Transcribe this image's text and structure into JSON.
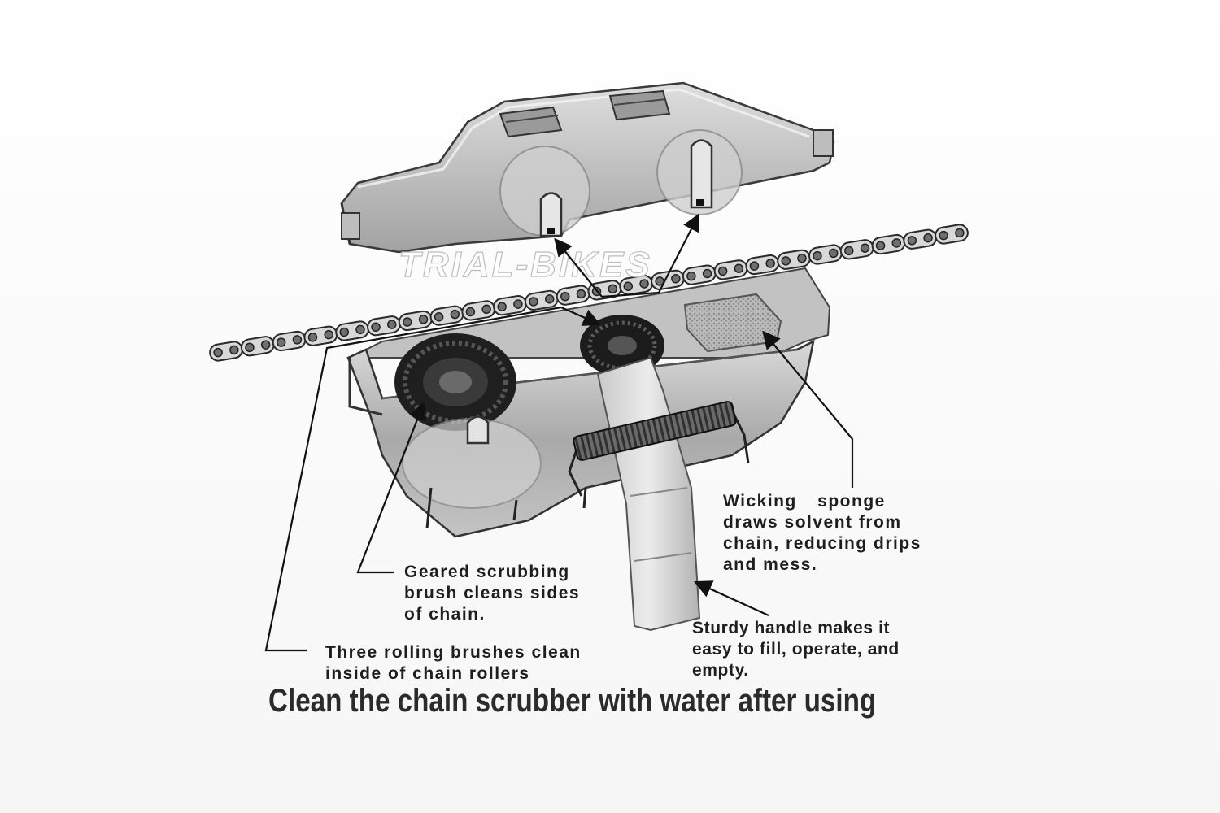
{
  "diagram": {
    "watermark": "TRIAL-BIKES",
    "callouts": {
      "sponge": [
        "Wicking  sponge",
        "draws solvent from",
        "chain, reducing drips",
        "and mess."
      ],
      "geared_brush": [
        "Geared scrubbing",
        "brush cleans sides",
        "of chain."
      ],
      "rolling_brushes": [
        "Three rolling brushes clean",
        "inside of chain rollers"
      ],
      "handle": [
        "Sturdy handle makes it",
        "easy to fill, operate, and",
        "empty."
      ]
    },
    "footer_note": "Clean the chain scrubber with water after using",
    "colors": {
      "text": "#1e1e1e",
      "casing": "#8f8f8f",
      "casing_dark": "#4a4a4a",
      "line": "#111111"
    }
  }
}
